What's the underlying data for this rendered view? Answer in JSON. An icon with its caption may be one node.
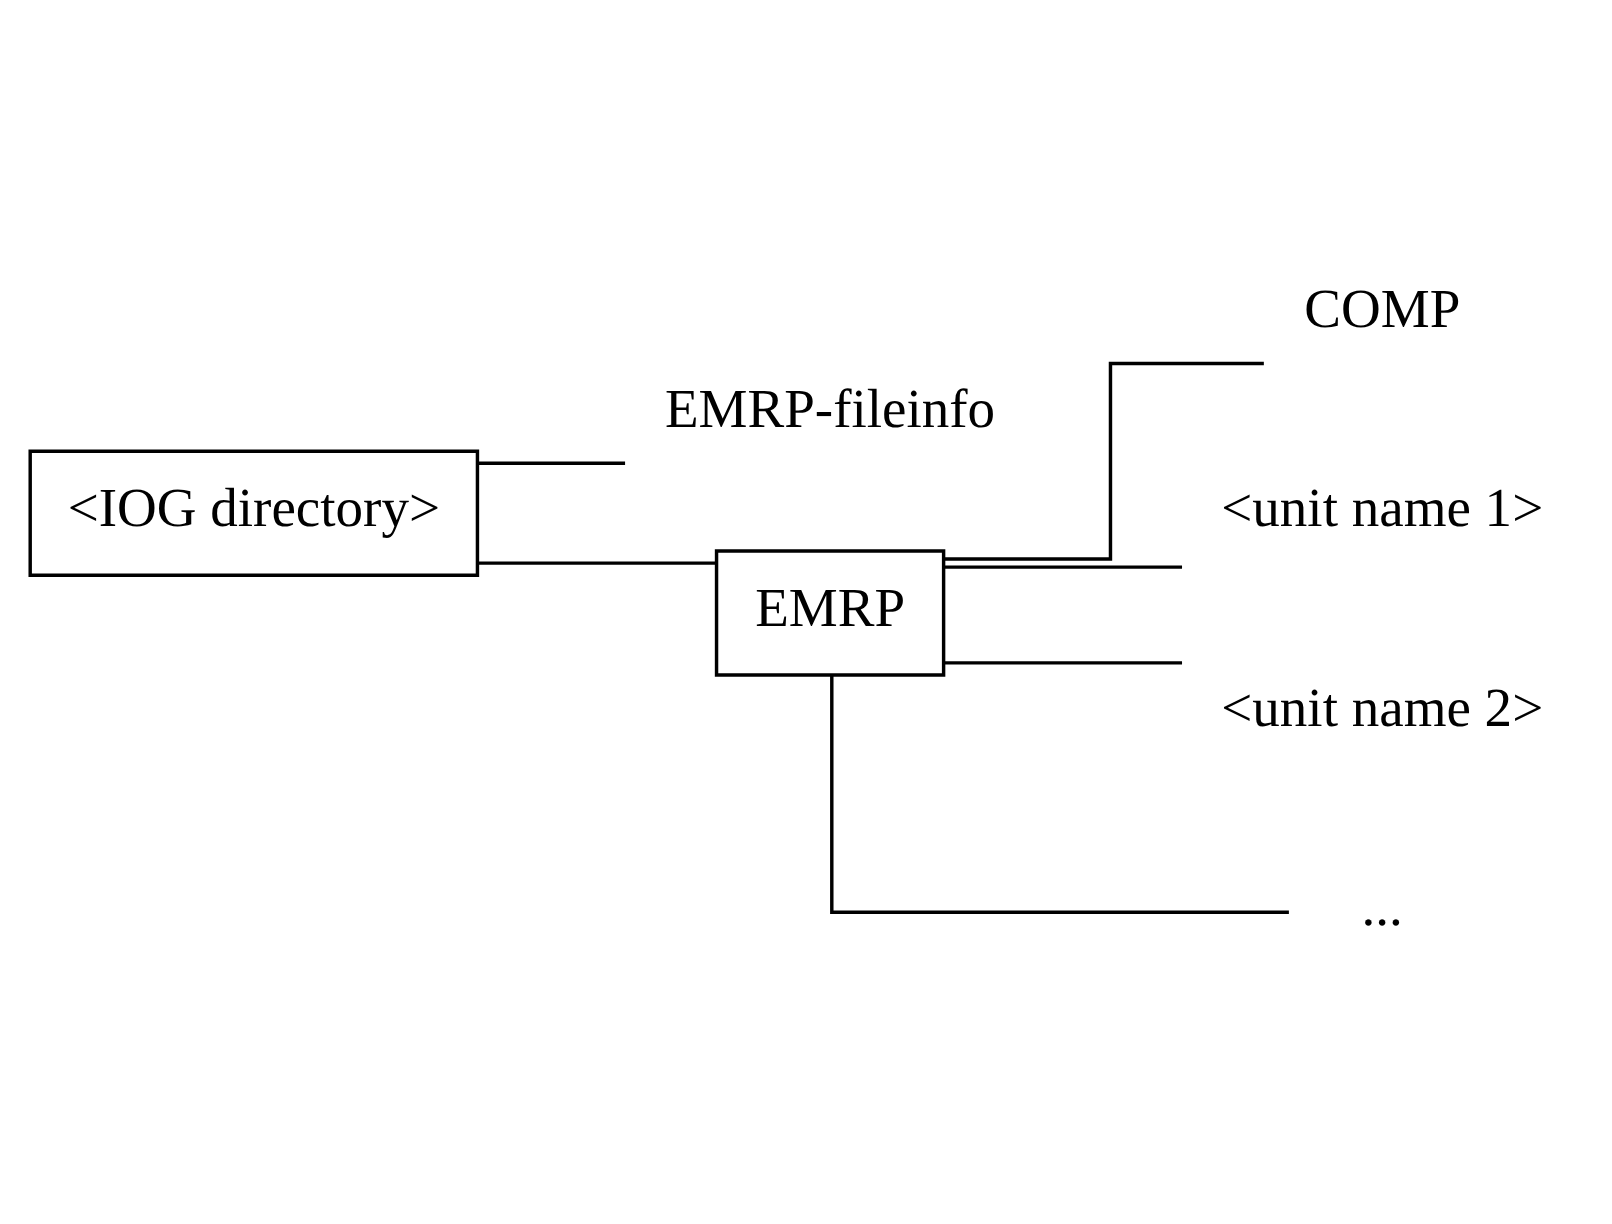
{
  "diagram": {
    "nodes": [
      {
        "text": [
          "<IOG directory>"
        ]
      },
      {
        "text": [
          "EMRP-fileinfo"
        ]
      },
      {
        "text": [
          "EMRP"
        ]
      },
      {
        "text": [
          "COMP"
        ]
      },
      {
        "text": [
          "<unit name 1>"
        ]
      },
      {
        "text": [
          "<unit name 2>"
        ]
      },
      {
        "text": [
          "..."
        ]
      }
    ],
    "edges": [
      {
        "from": 0,
        "to": 1,
        "arrow": "none"
      },
      {
        "from": 0,
        "to": 2,
        "arrow": "none"
      },
      {
        "from": 2,
        "to": 3,
        "arrow": "none"
      },
      {
        "from": 2,
        "to": 4,
        "arrow": "none"
      },
      {
        "from": 2,
        "to": 5,
        "arrow": "none"
      },
      {
        "from": 2,
        "to": 6,
        "arrow": "none"
      }
    ]
  }
}
